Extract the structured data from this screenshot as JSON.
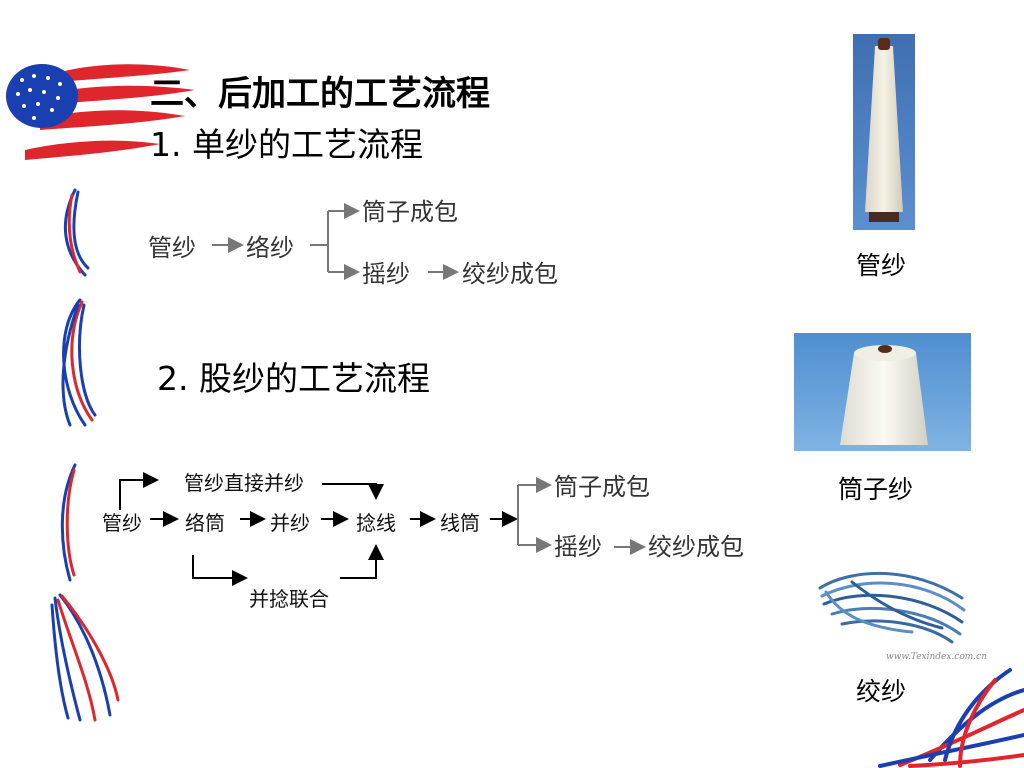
{
  "header": {
    "title": "二、后加工的工艺流程",
    "section1": "1. 单纱的工艺流程",
    "section2": "2. 股纱的工艺流程"
  },
  "flow_single": {
    "guansha": "管纱",
    "luosha": "络纱",
    "tongzi_chengbao": "筒子成包",
    "yaosha": "摇纱",
    "jiaosha_chengbao": "绞纱成包"
  },
  "flow_ply": {
    "guansha": "管纱",
    "luotong": "络筒",
    "bingsha": "并纱",
    "nianxian": "捻线",
    "xiantong": "线筒",
    "guansha_zhijie_bingsha": "管纱直接并纱",
    "bing_nian_lianhe": "并捻联合",
    "tongzi_chengbao": "筒子成包",
    "yaosha": "摇纱",
    "jiaosha_chengbao": "绞纱成包"
  },
  "photos": {
    "cop_caption": "管纱",
    "cone_caption": "筒子纱",
    "hank_caption": "绞纱",
    "hank_watermark": "www.Texindex.com.cn"
  },
  "colors": {
    "flag_blue": "#1a3fb0",
    "flag_red": "#e0262d",
    "arrow": "#777777",
    "arrow_dark": "#000000"
  }
}
